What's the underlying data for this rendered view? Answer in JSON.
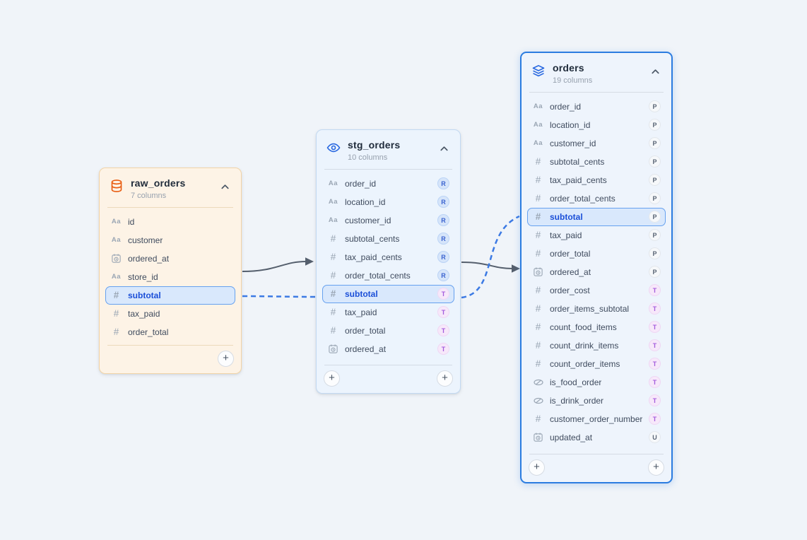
{
  "colors": {
    "canvas_bg": "#f0f4f9",
    "table_edge": "#555f6d",
    "column_edge": "#3c7ae4",
    "source_icon": "#e8590c",
    "model_icon": "#2767e0",
    "highlight_bg": "#d9e8fc",
    "highlight_border": "#66a1ef",
    "highlight_text": "#1b4fd8",
    "badge_rerun_bg": "#d6e5fa",
    "badge_rerun_text": "#3a63d0",
    "badge_test_bg": "#f7e8fa",
    "badge_test_text": "#a45ddd",
    "badge_pass_bg": "#f6f8fa",
    "badge_pass_text": "#5b6676"
  },
  "tables": [
    {
      "title": "raw_orders",
      "subtitle": "7 columns",
      "icon": "database-icon",
      "columns": [
        {
          "name": "id",
          "type": "text"
        },
        {
          "name": "customer",
          "type": "text"
        },
        {
          "name": "ordered_at",
          "type": "datetime"
        },
        {
          "name": "store_id",
          "type": "text"
        },
        {
          "name": "subtotal",
          "type": "number",
          "highlighted": true
        },
        {
          "name": "tax_paid",
          "type": "number"
        },
        {
          "name": "order_total",
          "type": "number"
        }
      ],
      "footer": {
        "left_button": false,
        "right_button": true,
        "add_label": "+"
      }
    },
    {
      "title": "stg_orders",
      "subtitle": "10 columns",
      "icon": "eye-icon",
      "columns": [
        {
          "name": "order_id",
          "type": "text",
          "badge": "R"
        },
        {
          "name": "location_id",
          "type": "text",
          "badge": "R"
        },
        {
          "name": "customer_id",
          "type": "text",
          "badge": "R"
        },
        {
          "name": "subtotal_cents",
          "type": "number",
          "badge": "R"
        },
        {
          "name": "tax_paid_cents",
          "type": "number",
          "badge": "R"
        },
        {
          "name": "order_total_cents",
          "type": "number",
          "badge": "R"
        },
        {
          "name": "subtotal",
          "type": "number",
          "badge": "T",
          "highlighted": true
        },
        {
          "name": "tax_paid",
          "type": "number",
          "badge": "T"
        },
        {
          "name": "order_total",
          "type": "number",
          "badge": "T"
        },
        {
          "name": "ordered_at",
          "type": "datetime",
          "badge": "T"
        }
      ],
      "footer": {
        "left_button": true,
        "right_button": true,
        "add_label": "+"
      }
    },
    {
      "title": "orders",
      "subtitle": "19 columns",
      "icon": "layers-icon",
      "columns": [
        {
          "name": "order_id",
          "type": "text",
          "badge": "P"
        },
        {
          "name": "location_id",
          "type": "text",
          "badge": "P"
        },
        {
          "name": "customer_id",
          "type": "text",
          "badge": "P"
        },
        {
          "name": "subtotal_cents",
          "type": "number",
          "badge": "P"
        },
        {
          "name": "tax_paid_cents",
          "type": "number",
          "badge": "P"
        },
        {
          "name": "order_total_cents",
          "type": "number",
          "badge": "P"
        },
        {
          "name": "subtotal",
          "type": "number",
          "badge": "P",
          "highlighted": true
        },
        {
          "name": "tax_paid",
          "type": "number",
          "badge": "P"
        },
        {
          "name": "order_total",
          "type": "number",
          "badge": "P"
        },
        {
          "name": "ordered_at",
          "type": "datetime",
          "badge": "P"
        },
        {
          "name": "order_cost",
          "type": "number",
          "badge": "T"
        },
        {
          "name": "order_items_subtotal",
          "type": "number",
          "badge": "T"
        },
        {
          "name": "count_food_items",
          "type": "number",
          "badge": "T"
        },
        {
          "name": "count_drink_items",
          "type": "number",
          "badge": "T"
        },
        {
          "name": "count_order_items",
          "type": "number",
          "badge": "T"
        },
        {
          "name": "is_food_order",
          "type": "boolean",
          "badge": "T"
        },
        {
          "name": "is_drink_order",
          "type": "boolean",
          "badge": "T"
        },
        {
          "name": "customer_order_number",
          "type": "number",
          "badge": "T"
        },
        {
          "name": "updated_at",
          "type": "datetime",
          "badge": "U"
        }
      ],
      "footer": {
        "left_button": true,
        "right_button": true,
        "add_label": "+"
      }
    }
  ],
  "edges": [
    {
      "from": "raw_orders",
      "to": "stg_orders",
      "kind": "table"
    },
    {
      "from": "raw_orders.subtotal",
      "to": "stg_orders.subtotal",
      "kind": "column"
    },
    {
      "from": "stg_orders",
      "to": "orders",
      "kind": "table"
    },
    {
      "from": "stg_orders.subtotal",
      "to": "orders.subtotal",
      "kind": "column"
    }
  ]
}
